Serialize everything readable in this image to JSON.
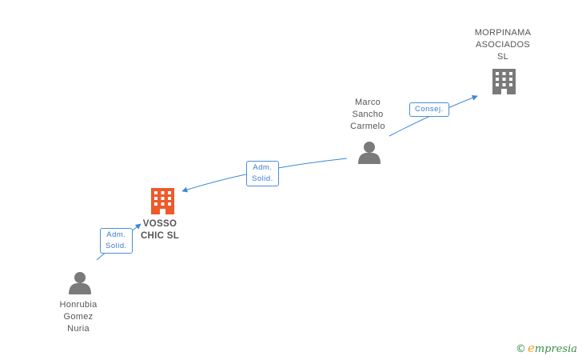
{
  "nodes": {
    "morpinama": {
      "lines": [
        "MORPINAMA",
        "ASOCIADOS",
        "SL"
      ]
    },
    "marco": {
      "lines": [
        "Marco",
        "Sancho",
        "Carmelo"
      ]
    },
    "vosso": {
      "lines": [
        "VOSSO",
        "CHIC SL"
      ]
    },
    "honrubia": {
      "lines": [
        "Honrubia",
        "Gomez",
        "Nuria"
      ]
    }
  },
  "edges": {
    "consej": {
      "label": "Consej."
    },
    "adm1": {
      "lines": [
        "Adm.",
        "Solid."
      ]
    },
    "adm2": {
      "lines": [
        "Adm.",
        "Solid."
      ]
    }
  },
  "brand": {
    "symbol": "©",
    "name": "mpresia",
    "initial": "e"
  },
  "colors": {
    "edge": "#3a86d8",
    "company_main": "#ee5a2a",
    "company_other": "#7a7a7a",
    "person": "#7a7a7a"
  }
}
